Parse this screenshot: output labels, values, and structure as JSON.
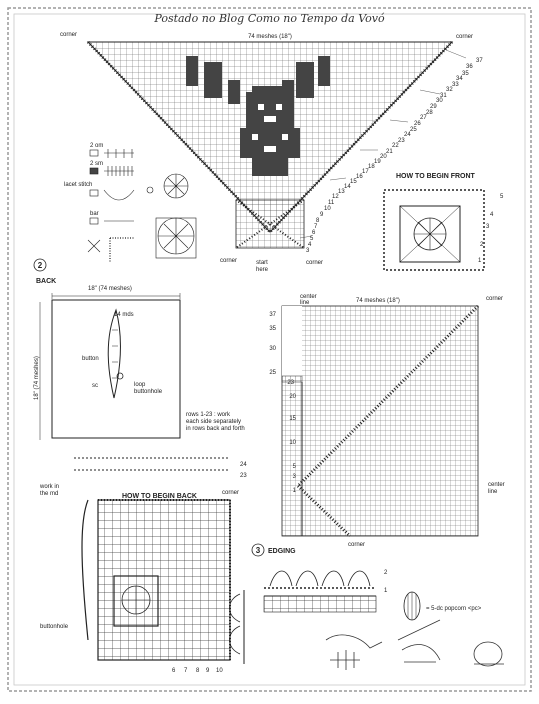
{
  "header": {
    "caption": "Postado no Blog Como no Tempo da Vovó"
  },
  "front": {
    "corner_left": "corner",
    "corner_right": "corner",
    "meshes": "74 meshes (18\")",
    "right_row_numbers": [
      "37",
      "36",
      "35",
      "34",
      "33",
      "32",
      "31",
      "30",
      "29",
      "28",
      "27",
      "26",
      "25",
      "24",
      "23",
      "22",
      "21",
      "20",
      "19",
      "18",
      "17",
      "16",
      "15",
      "14",
      "13",
      "12",
      "11",
      "10",
      "9",
      "8",
      "7",
      "6",
      "5",
      "4",
      "3"
    ],
    "corner_bottom_left": "corner",
    "corner_bottom_right": "corner",
    "start_here": [
      "start",
      "here"
    ]
  },
  "legend": {
    "items": [
      "2 om",
      "2 sm",
      "lacet stitch",
      "bar"
    ]
  },
  "begin_front": {
    "title": "HOW TO BEGIN FRONT",
    "labels": [
      "5",
      "4",
      "3",
      "2",
      "1"
    ]
  },
  "back": {
    "marker": "2",
    "title": "BACK",
    "width": "18\" (74 meshes)",
    "height": "18\" (74 meshes)",
    "mds": "14 mds",
    "button": "button",
    "sc": "sc",
    "loop": [
      "loop",
      "buttonhole"
    ],
    "note": [
      "rows 1-23 : work",
      "each side separately",
      "in rows back and forth"
    ]
  },
  "back_chart": {
    "center_line_top": [
      "center",
      "line"
    ],
    "meshes": "74 meshes (18\")",
    "corner_top": "corner",
    "row_numbers": [
      "37",
      "35",
      "30",
      "25",
      "23",
      "20",
      "15",
      "10",
      "5",
      "3",
      "1"
    ],
    "center_line_right": [
      "center",
      "line"
    ],
    "corner_bottom": "corner"
  },
  "begin_back": {
    "rows": [
      "24",
      "23"
    ],
    "work_in_md": [
      "work in",
      "the md"
    ],
    "title": "HOW TO BEGIN BACK",
    "corner": "corner",
    "buttonhole": "buttonhole",
    "bottom_numbers": [
      "6",
      "7",
      "8",
      "9",
      "10"
    ]
  },
  "edging": {
    "marker": "3",
    "title": "EDGING",
    "rows": [
      "2",
      "1"
    ],
    "popcorn": "= 5-dc popcorn <pc>"
  }
}
